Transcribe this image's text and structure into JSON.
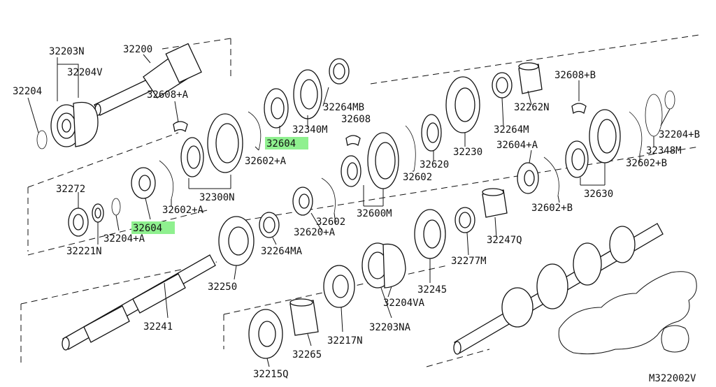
{
  "diagram": {
    "code": "M322002V",
    "highlight_color": "#8ff08f",
    "part_numbers": [
      {
        "id": "p32203n",
        "text": "32203N"
      },
      {
        "id": "p32200",
        "text": "32200"
      },
      {
        "id": "p32204v",
        "text": "32204V"
      },
      {
        "id": "p32204",
        "text": "32204"
      },
      {
        "id": "p32608a",
        "text": "32608+A"
      },
      {
        "id": "p32264mb",
        "text": "32264MB"
      },
      {
        "id": "p32340m",
        "text": "32340M"
      },
      {
        "id": "p32608",
        "text": "32608"
      },
      {
        "id": "p32604top",
        "text": "32604",
        "highlighted": true
      },
      {
        "id": "p32602a1",
        "text": "32602+A"
      },
      {
        "id": "p32300n",
        "text": "32300N"
      },
      {
        "id": "p32602a2",
        "text": "32602+A"
      },
      {
        "id": "p32272",
        "text": "32272"
      },
      {
        "id": "p32604bot",
        "text": "32604",
        "highlighted": true
      },
      {
        "id": "p32204a",
        "text": "32204+A"
      },
      {
        "id": "p32221n",
        "text": "32221N"
      },
      {
        "id": "p32262n",
        "text": "32262N"
      },
      {
        "id": "p32608b",
        "text": "32608+B"
      },
      {
        "id": "p32264m",
        "text": "32264M"
      },
      {
        "id": "p32230",
        "text": "32230"
      },
      {
        "id": "p32620",
        "text": "32620"
      },
      {
        "id": "p32602",
        "text": "32602"
      },
      {
        "id": "p32600m",
        "text": "32600M"
      },
      {
        "id": "p32602b",
        "text": "32602"
      },
      {
        "id": "p32620a",
        "text": "32620+A"
      },
      {
        "id": "p32604a",
        "text": "32604+A"
      },
      {
        "id": "p32204b",
        "text": "32204+B"
      },
      {
        "id": "p32348m",
        "text": "32348M"
      },
      {
        "id": "p32602b1",
        "text": "32602+B"
      },
      {
        "id": "p32630",
        "text": "32630"
      },
      {
        "id": "p32602b2",
        "text": "32602+B"
      },
      {
        "id": "p32264ma",
        "text": "32264MA"
      },
      {
        "id": "p32250",
        "text": "32250"
      },
      {
        "id": "p32247q",
        "text": "32247Q"
      },
      {
        "id": "p32277m",
        "text": "32277M"
      },
      {
        "id": "p32245",
        "text": "32245"
      },
      {
        "id": "p32204va",
        "text": "32204VA"
      },
      {
        "id": "p32203na",
        "text": "32203NA"
      },
      {
        "id": "p32241",
        "text": "32241"
      },
      {
        "id": "p32217n",
        "text": "32217N"
      },
      {
        "id": "p32265",
        "text": "32265"
      },
      {
        "id": "p32215q",
        "text": "32215Q"
      }
    ]
  }
}
